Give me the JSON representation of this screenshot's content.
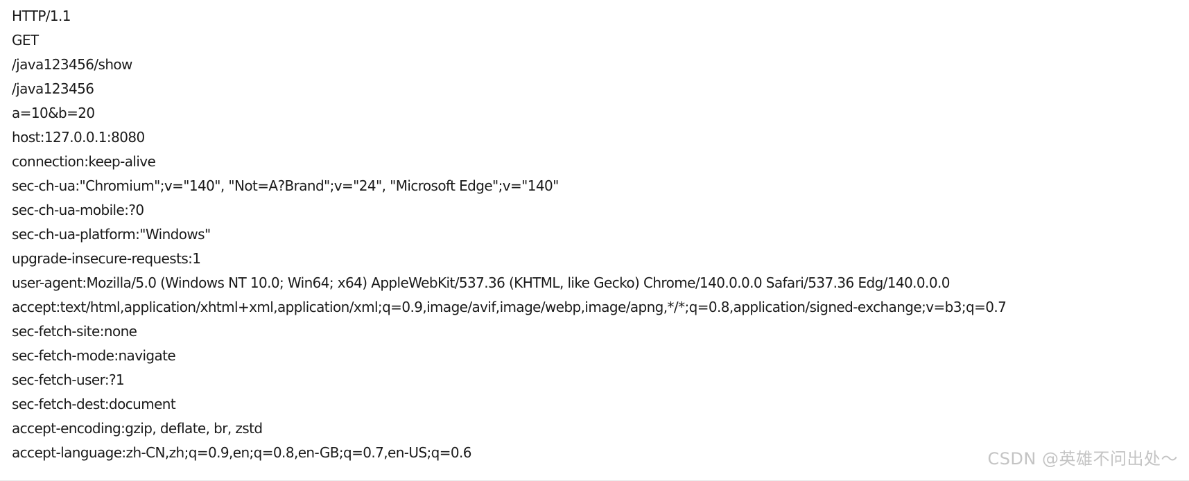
{
  "output_lines": [
    "HTTP/1.1",
    "GET",
    "/java123456/show",
    "/java123456",
    "a=10&b=20",
    "host:127.0.0.1:8080",
    "connection:keep-alive",
    "sec-ch-ua:\"Chromium\";v=\"140\", \"Not=A?Brand\";v=\"24\", \"Microsoft Edge\";v=\"140\"",
    "sec-ch-ua-mobile:?0",
    "sec-ch-ua-platform:\"Windows\"",
    "upgrade-insecure-requests:1",
    "user-agent:Mozilla/5.0 (Windows NT 10.0; Win64; x64) AppleWebKit/537.36 (KHTML, like Gecko) Chrome/140.0.0.0 Safari/537.36 Edg/140.0.0.0",
    "accept:text/html,application/xhtml+xml,application/xml;q=0.9,image/avif,image/webp,image/apng,*/*;q=0.8,application/signed-exchange;v=b3;q=0.7",
    "sec-fetch-site:none",
    "sec-fetch-mode:navigate",
    "sec-fetch-user:?1",
    "sec-fetch-dest:document",
    "accept-encoding:gzip, deflate, br, zstd",
    "accept-language:zh-CN,zh;q=0.9,en;q=0.8,en-GB;q=0.7,en-US;q=0.6"
  ],
  "watermark": "CSDN @英雄不问出处～"
}
